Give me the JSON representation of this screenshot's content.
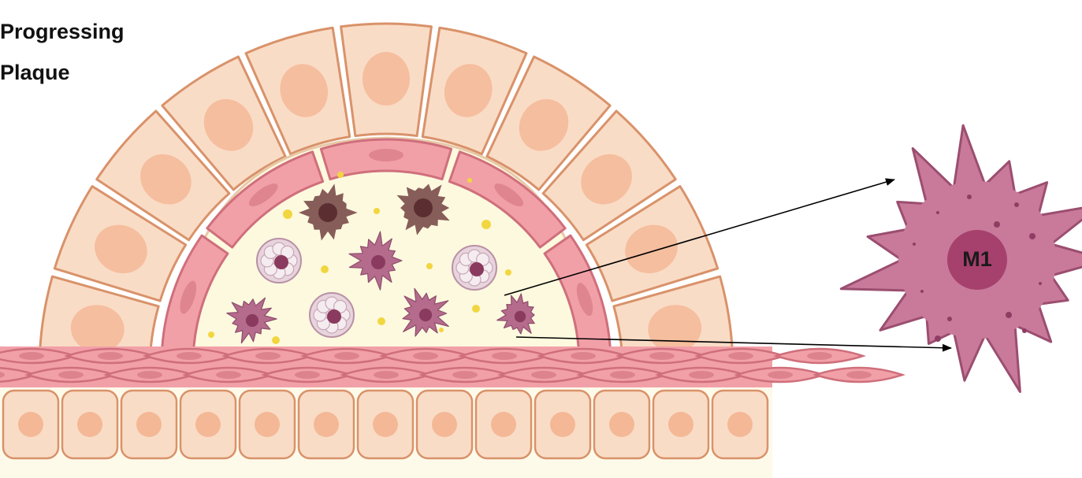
{
  "title": {
    "line1": "Progressing",
    "line2": "Plaque"
  },
  "macrophage_label": "M1",
  "colors": {
    "cell_fill": "#f9dcc6",
    "cell_border": "#d9926a",
    "nucleus": "#f4b896",
    "endothelial": "#f2a0a8",
    "endothelial_border": "#cf6f7c",
    "plaque_core": "#fcf9de",
    "macrophage": "#b56b8c",
    "macrophage_dark": "#8a3a5e",
    "foam_cell": "#e7d4dc",
    "necrotic": "#7a4b4a",
    "lipid_droplet": "#f2d640"
  }
}
